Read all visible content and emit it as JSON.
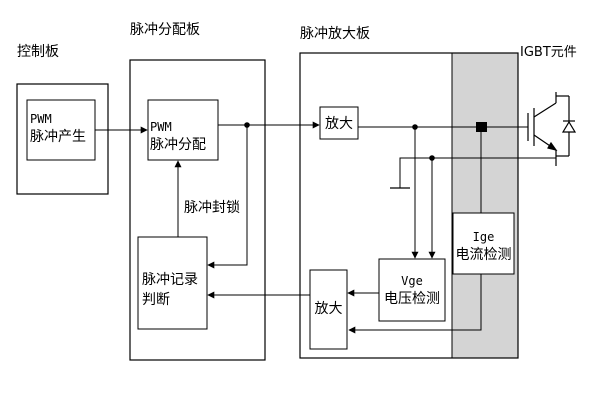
{
  "sections": {
    "control_board": "控制板",
    "pulse_distribution_board": "脉冲分配板",
    "pulse_amplifier_board": "脉冲放大板",
    "igbt_component": "IGBT元件"
  },
  "blocks": {
    "pwm_generate": {
      "line1": "PWM",
      "line2": "脉冲产生"
    },
    "pwm_distribute": {
      "line1": "PWM",
      "line2": "脉冲分配"
    },
    "pulse_record": {
      "line1": "脉冲记录",
      "line2": "判断"
    },
    "amplify_out": "放大",
    "amplify_back": "放大",
    "vge_detect": {
      "line1": "Vge",
      "line2": "电压检测"
    },
    "ige_detect": {
      "line1": "Ige",
      "line2": "电流检测"
    }
  },
  "labels": {
    "pulse_lock": "脉冲封锁"
  },
  "colors": {
    "line": "#000000",
    "igbt_zone": "#d4d4d4",
    "background": "#ffffff"
  }
}
